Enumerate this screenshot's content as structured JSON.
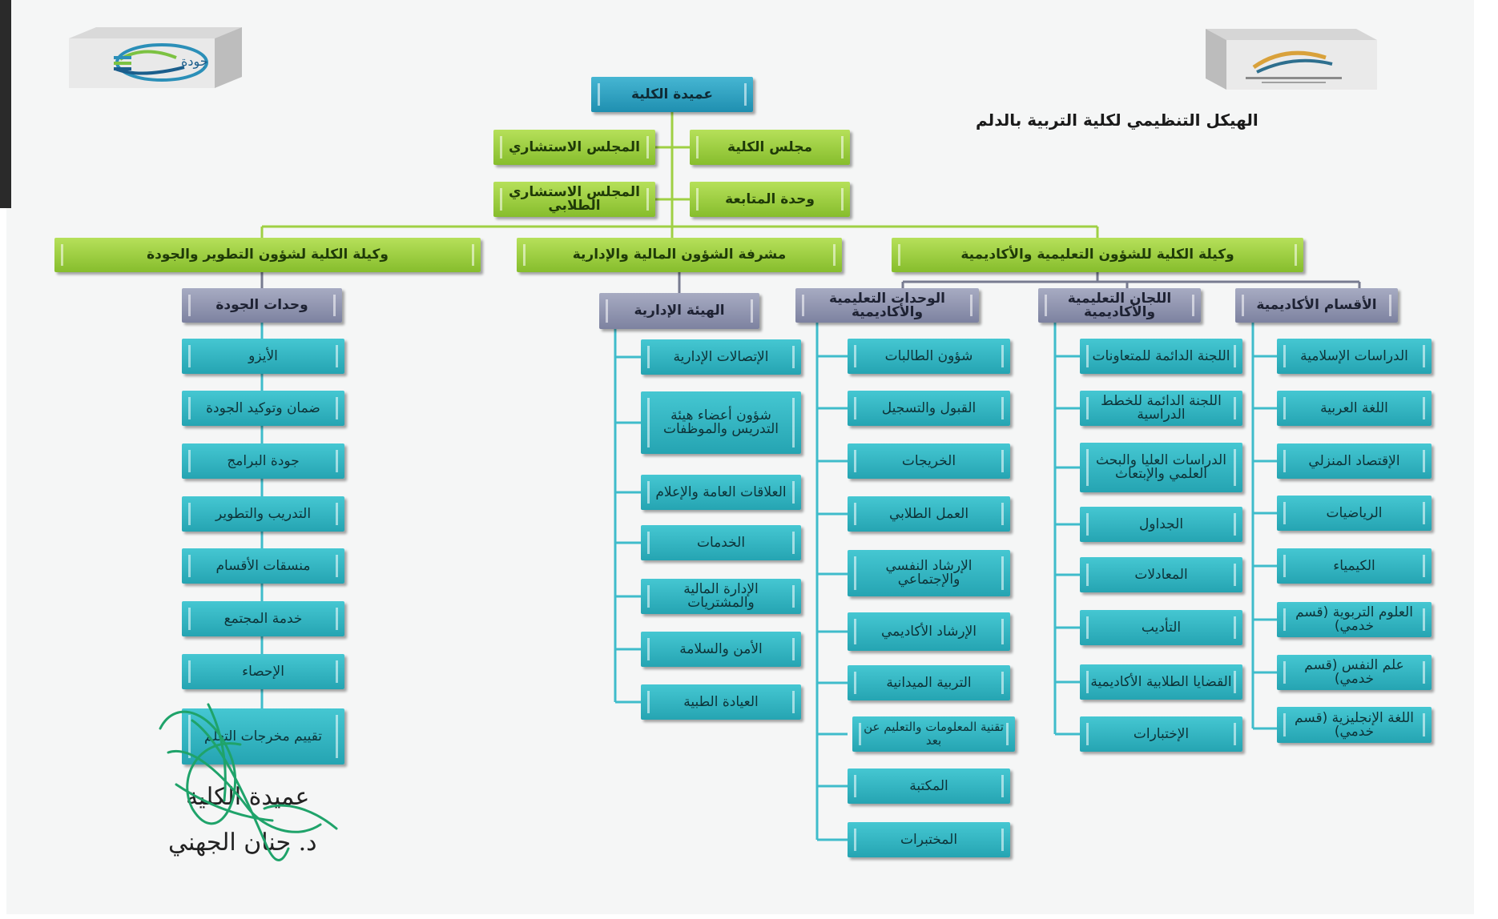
{
  "header": {
    "title": "الهيكل التنظيمي لكلية التربية بالدلم",
    "left_logo_text": "جودة"
  },
  "top": {
    "dean": "عميدة الكلية",
    "college_council": "مجلس الكلية",
    "advisory_council": "المجلس الاستشاري",
    "followup_unit": "وحدة المتابعة",
    "student_advisory_council": "المجلس الاستشاري الطلابي"
  },
  "vice": {
    "academic": "وكيلة الكلية للشؤون التعليمية والأكاديمية",
    "finance_admin": "مشرفة الشؤون المالية والإدارية",
    "development_quality": "وكيلة الكلية لشؤون التطوير والجودة"
  },
  "academic_departments": {
    "title": "الأقسام الأكاديمية",
    "items": [
      "الدراسات الإسلامية",
      "اللغة العربية",
      "الإقتصاد المنزلي",
      "الرياضيات",
      "الكيمياء",
      "العلوم التربوية (قسم خدمي)",
      "علم النفس (قسم خدمي)",
      "اللغة الإنجليزية (قسم خدمي)"
    ]
  },
  "academic_committees": {
    "title": "اللجان التعليمية والأكاديمية",
    "items": [
      "اللجنة الدائمة للمتعاونات",
      "اللجنة الدائمة للخطط الدراسية",
      "الدراسات العليا والبحث العلمي والإبتعاث",
      "الجداول",
      "المعادلات",
      "التأديب",
      "القضايا الطلابية الأكاديمية",
      "الإختبارات"
    ]
  },
  "academic_units": {
    "title": "الوحدات التعليمية والأكاديمية",
    "items": [
      "شؤون الطالبات",
      "القبول والتسجيل",
      "الخريجات",
      "العمل الطلابي",
      "الإرشاد النفسي والإجتماعي",
      "الإرشاد الأكاديمي",
      "التربية الميدانية",
      "تقنية المعلومات والتعليم عن بعد",
      "المكتبة",
      "المختبرات"
    ]
  },
  "admin_body": {
    "title": "الهيئة الإدارية",
    "items": [
      "الإتصالات الإدارية",
      "شؤون أعضاء هيئة التدريس والموظفات",
      "العلاقات العامة والإعلام",
      "الخدمات",
      "الإدارة المالية والمشتريات",
      "الأمن والسلامة",
      "العيادة الطبية"
    ]
  },
  "quality_units": {
    "title": "وحدات الجودة",
    "items": [
      "الأيزو",
      "ضمان وتوكيد الجودة",
      "جودة البرامج",
      "التدريب والتطوير",
      "منسقات الأقسام",
      "خدمة المجتمع",
      "الإحصاء",
      "تقييم مخرجات التعلم"
    ]
  },
  "signature": {
    "role": "عميدة الكلية",
    "name": "د. حنان الجهني"
  },
  "colors": {
    "dean": "#2a9ec0",
    "vice": "#9fd044",
    "group": "#8e92ae",
    "item": "#32b4c1",
    "connector_green": "#9fd044",
    "connector_teal": "#3fbccb",
    "connector_gray": "#777b90"
  }
}
